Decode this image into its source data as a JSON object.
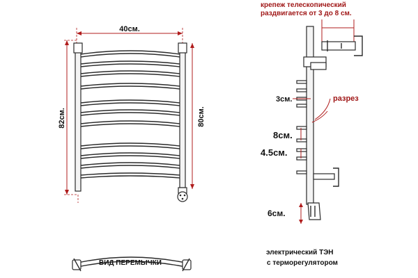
{
  "labels": {
    "width": "40см.",
    "height_total": "82см.",
    "height_inner": "80см.",
    "mount_line1": "крепеж телескопический",
    "mount_line2": "раздвигается от 3 до 8 см.",
    "depth_3": "3см.",
    "cut": "разрез",
    "spacing_8": "8см.",
    "spacing_45": "4.5см.",
    "heater_6": "6см.",
    "heater_line1": "электрический   ТЭН",
    "heater_line2": "с терморегулятором",
    "jumper_view": "ВИД ПЕРЕМЫЧКИ"
  },
  "colors": {
    "dimension": "#b01c1c",
    "outline": "#2a2a2a"
  }
}
